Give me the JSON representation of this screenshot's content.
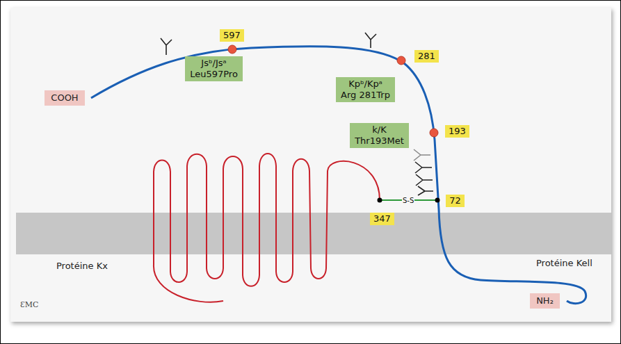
{
  "diagram": {
    "nodes": [
      {
        "text": [
          "597"
        ]
      },
      {
        "text": [
          "Jsᵇ/Jsᵃ",
          "Leu597Pro"
        ]
      },
      {
        "text": [
          "281"
        ]
      },
      {
        "text": [
          "COOH"
        ]
      },
      {
        "text": [
          "Kpᵇ/Kpᵃ",
          "Arg 281Trp"
        ]
      },
      {
        "text": [
          "193"
        ]
      },
      {
        "text": [
          "k/K",
          "Thr193Met"
        ]
      },
      {
        "text": [
          "72"
        ]
      },
      {
        "text": [
          "347"
        ]
      },
      {
        "text": [
          "NH₂"
        ]
      }
    ],
    "labels": [
      "S-S",
      "Protéine Kx",
      "Protéine Kell",
      "ƐMC"
    ]
  }
}
